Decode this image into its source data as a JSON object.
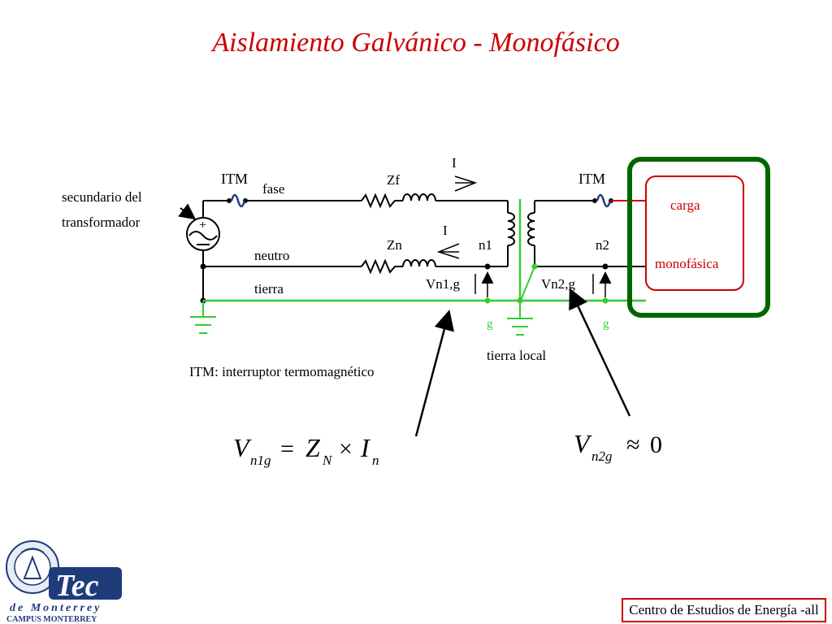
{
  "slide": {
    "title": "Aislamiento Galvánico - Monofásico",
    "footer": "Centro de Estudios de Energía -all"
  },
  "circuit": {
    "source_label_line1": "secundario del",
    "source_label_line2": "transformador",
    "itm_left": "ITM",
    "itm_right": "ITM",
    "phase": "fase",
    "neutral": "neutro",
    "ground": "tierra",
    "zf": "Zf",
    "zn": "Zn",
    "current_top": "I",
    "current_bottom": "I",
    "node_n1": "n1",
    "node_n2": "n2",
    "vn1g": "Vn1,g",
    "vn2g": "Vn2,g",
    "g_left": "g",
    "g_right": "g",
    "local_ground": "tierra local",
    "itm_legend": "ITM:  interruptor termomagnético",
    "load_line1": "carga",
    "load_line2": "monofásica"
  },
  "equations": {
    "eq1": {
      "v": "V",
      "v_sub": "n1g",
      "eq": "=",
      "z": "Z",
      "z_sub": "N",
      "times": "×",
      "i": "I",
      "i_sub": "n"
    },
    "eq2": {
      "v": "V",
      "v_sub": "n2g",
      "approx": "≈",
      "zero": "0"
    }
  },
  "logo": {
    "brand": "Tec",
    "line2": "de Monterrey",
    "line3": "CAMPUS MONTERREY"
  },
  "colors": {
    "title": "#cc0000",
    "ground_wire": "#33cc33",
    "load_box": "#006600",
    "load_inner": "#cc0000",
    "logo_blue": "#1f3c7a"
  }
}
